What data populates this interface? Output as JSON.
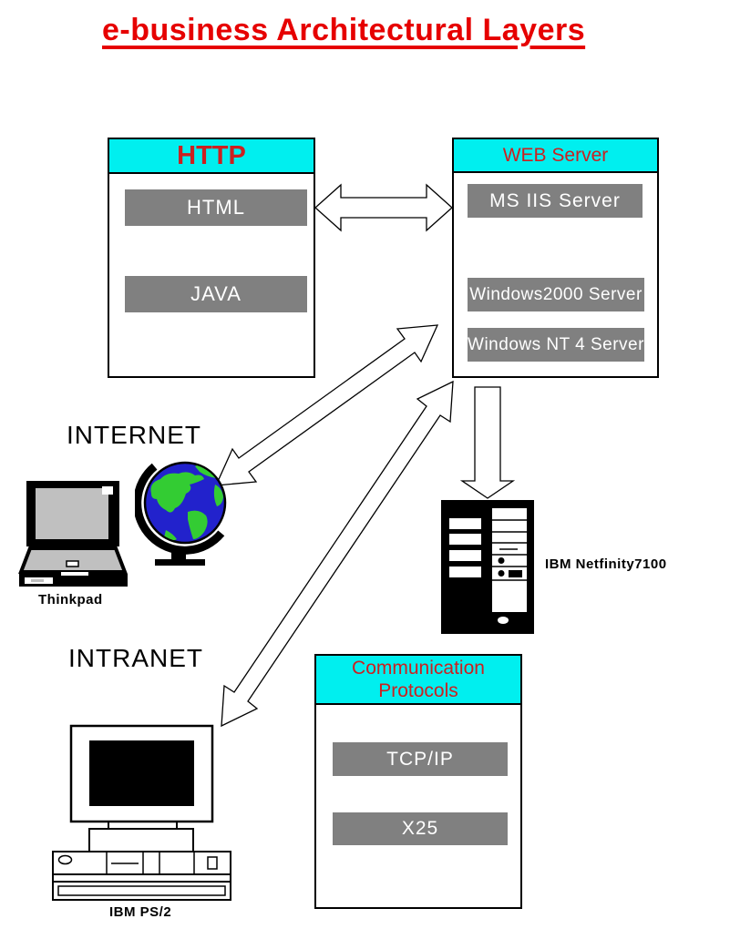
{
  "title": "e-business Architectural Layers",
  "boxes": {
    "http": {
      "header": "HTTP",
      "items": [
        "HTML",
        "JAVA"
      ]
    },
    "web_server": {
      "header": "WEB Server",
      "items": [
        "MS IIS Server",
        "Windows2000 Server",
        "Windows NT 4 Server"
      ]
    },
    "protocols": {
      "header": "Communication Protocols",
      "items": [
        "TCP/IP",
        "X25"
      ]
    }
  },
  "labels": {
    "internet": "INTERNET",
    "intranet": "INTRANET",
    "thinkpad": "Thinkpad",
    "desktop_pc": "IBM PS/2",
    "server": "IBM Netfinity7100"
  },
  "colors": {
    "header_bg": "#00EFEF",
    "header_text": "#CC2020",
    "title_text": "#E60000",
    "item_bg": "#808080",
    "item_text": "#FFFFFF",
    "globe_blue": "#2222CC",
    "globe_green": "#33CC33"
  }
}
